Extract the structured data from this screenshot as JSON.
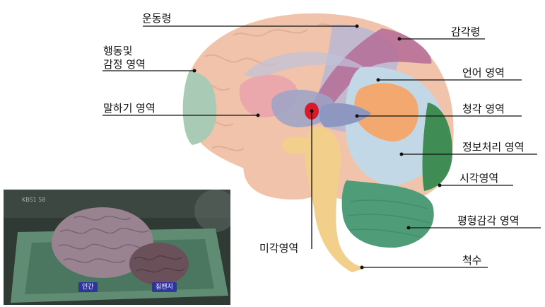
{
  "diagram": {
    "labels": {
      "motor": "운동령",
      "sensory": "감각령",
      "behavior_line1": "행동및",
      "behavior_line2": "감정 영역",
      "language": "언어 영역",
      "speech": "말하기 영역",
      "auditory": "청각 영역",
      "info": "정보처리 영역",
      "visual": "시각영역",
      "balance": "평형감각 영역",
      "taste": "미각영역",
      "spinal": "척수"
    }
  },
  "photo": {
    "watermark": "KBS1 58",
    "caption_human": "인간",
    "caption_chimp": "침팬지"
  },
  "colors": {
    "cortex": "#f0c3aa",
    "motor_band": "#b9b9d6",
    "sensory_band": "#b56c98",
    "language": "#f2a86e",
    "auditory": "#c2d8e6",
    "visual": "#3f8d55",
    "frontal": "#a9cbb6",
    "cerebellum": "#4f9d78",
    "brainstem": "#f3cf8c",
    "taste": "#d81b2a"
  }
}
